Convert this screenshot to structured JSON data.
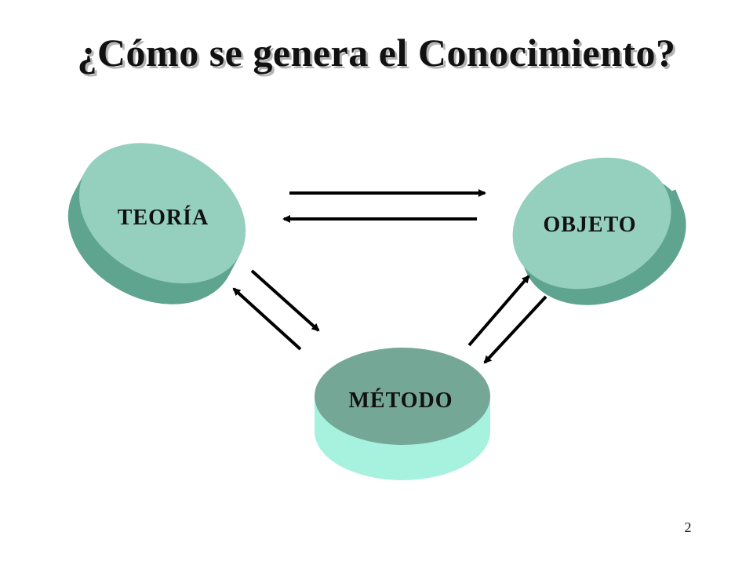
{
  "slide": {
    "title": "¿Cómo se genera el Conocimiento?",
    "page_number": "2"
  },
  "nodes": {
    "teoria": {
      "label": "TEORÍA"
    },
    "objeto": {
      "label": "OBJETO"
    },
    "metodo": {
      "label": "MÉTODO"
    }
  },
  "colors": {
    "disc_top": "#95cfbd",
    "disc_side": "#5ea48f",
    "metodo_top": "#75a797",
    "metodo_side": "#a6f2de",
    "arrow": "#000000"
  },
  "edges": [
    {
      "from": "teoria",
      "to": "objeto"
    },
    {
      "from": "objeto",
      "to": "teoria"
    },
    {
      "from": "teoria",
      "to": "metodo"
    },
    {
      "from": "metodo",
      "to": "teoria"
    },
    {
      "from": "metodo",
      "to": "objeto"
    },
    {
      "from": "objeto",
      "to": "metodo"
    }
  ]
}
